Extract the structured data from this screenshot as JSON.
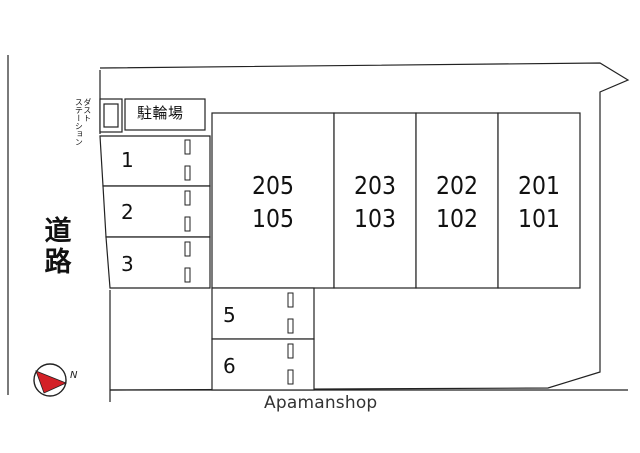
{
  "road_label": "道\n路",
  "dust_station_label": "ダスト\nステーション",
  "bicycle_parking_label": "駐輪場",
  "parking_spots": [
    "1",
    "2",
    "3",
    "5",
    "6"
  ],
  "units": [
    {
      "upper": "205",
      "lower": "105"
    },
    {
      "upper": "203",
      "lower": "103"
    },
    {
      "upper": "202",
      "lower": "102"
    },
    {
      "upper": "201",
      "lower": "101"
    }
  ],
  "compass": {
    "symbol": "N",
    "color": "#d32027"
  },
  "watermark": "Apamanshop"
}
